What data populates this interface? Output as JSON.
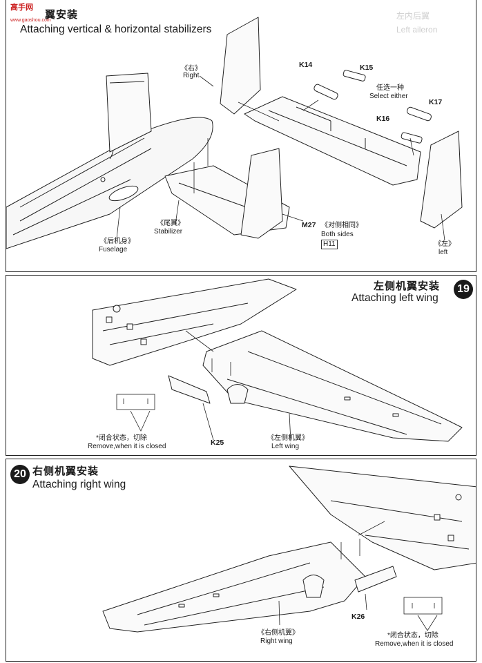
{
  "watermark": {
    "brand": "高手网",
    "url": "www.gaoshou.com"
  },
  "step18": {
    "title_cn": "翼安装",
    "title_en": "Attaching vertical & horizontal stabilizers",
    "right_cn": "《右》",
    "right_en": "Right",
    "left_cn": "《左》",
    "left_en": "left",
    "k14": "K14",
    "k15": "K15",
    "k16": "K16",
    "k17": "K17",
    "select_cn": "任选一种",
    "select_en": "Select either",
    "stab_cn": "《尾翼》",
    "stab_en": "Stabilizer",
    "fus_cn": "《后机身》",
    "fus_en": "Fuselage",
    "m27": "M27",
    "both_cn": "《对侧相同》",
    "both_en": "Both sides",
    "h11": "H11",
    "ghost_right_1": "左内后翼",
    "ghost_right_2": "Left aileron"
  },
  "step19": {
    "number": "19",
    "title_cn": "左侧机翼安装",
    "title_en": "Attaching left wing",
    "remove_cn": "*闭合状态，切除",
    "remove_en": "Remove,when it is closed",
    "k25": "K25",
    "wing_cn": "《左侧机翼》",
    "wing_en": "Left wing"
  },
  "step20": {
    "number": "20",
    "title_cn": "右侧机翼安装",
    "title_en": "Attaching right wing",
    "remove_cn": "*闭合状态，切除",
    "remove_en": "Remove,when it is closed",
    "k26": "K26",
    "wing_cn": "《右侧机翼》",
    "wing_en": "Right wing"
  }
}
